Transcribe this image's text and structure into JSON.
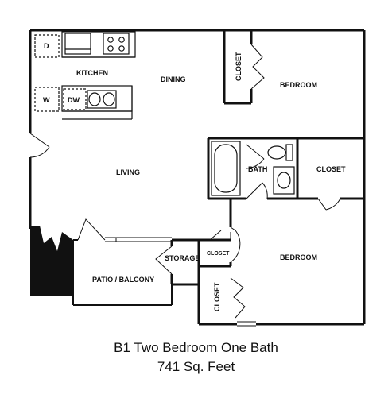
{
  "plan": {
    "rooms": {
      "kitchen": "KITCHEN",
      "dining": "DINING",
      "living": "LIVING",
      "bedroom1": "BEDROOM",
      "bedroom2": "BEDROOM",
      "bath": "BATH",
      "closet_upper": "CLOSET",
      "closet_bath": "CLOSET",
      "closet_small": "CLOSET",
      "closet_lower": "CLOSET",
      "storage": "STORAGE",
      "patio": "PATIO / BALCONY"
    },
    "appliances": {
      "dryer": "D",
      "washer": "W",
      "dishwasher": "DW"
    }
  },
  "caption": {
    "title": "B1 Two Bedroom One Bath",
    "area": "741 Sq. Feet"
  }
}
